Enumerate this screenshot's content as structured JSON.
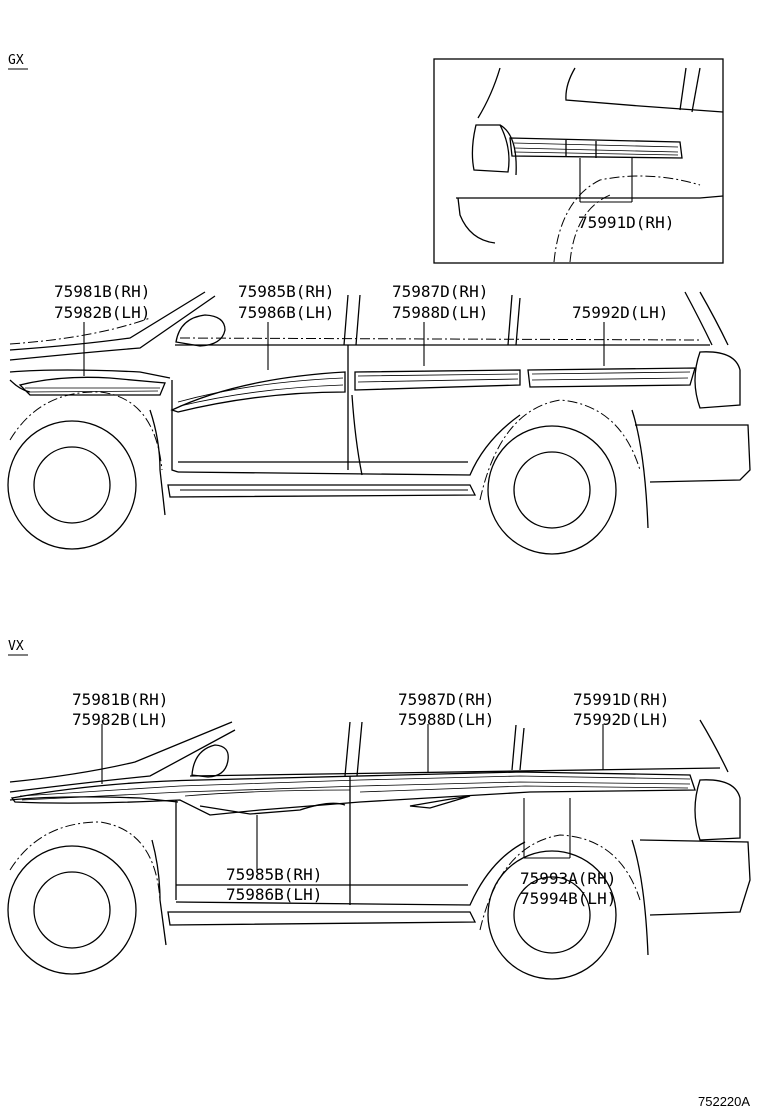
{
  "sections": {
    "gx": "GX",
    "vx": "VX"
  },
  "gx_labels": {
    "inset_rh": "75991D(RH)",
    "front_rh": "75981B(RH)",
    "front_lh": "75982B(LH)",
    "front_door_rh": "75985B(RH)",
    "front_door_lh": "75986B(LH)",
    "rear_door_rh": "75987D(RH)",
    "rear_door_lh": "75988D(LH)",
    "quarter_lh": "75992D(LH)"
  },
  "vx_labels": {
    "front_rh": "75981B(RH)",
    "front_lh": "75982B(LH)",
    "rear_door_rh": "75987D(RH)",
    "rear_door_lh": "75988D(LH)",
    "quarter_rh": "75991D(RH)",
    "quarter_lh": "75992D(LH)",
    "front_door_rh": "75985B(RH)",
    "front_door_lh": "75986B(LH)",
    "fender_rh": "75993A(RH)",
    "fender_lh": "75994B(LH)"
  },
  "figure_id": "752220A"
}
